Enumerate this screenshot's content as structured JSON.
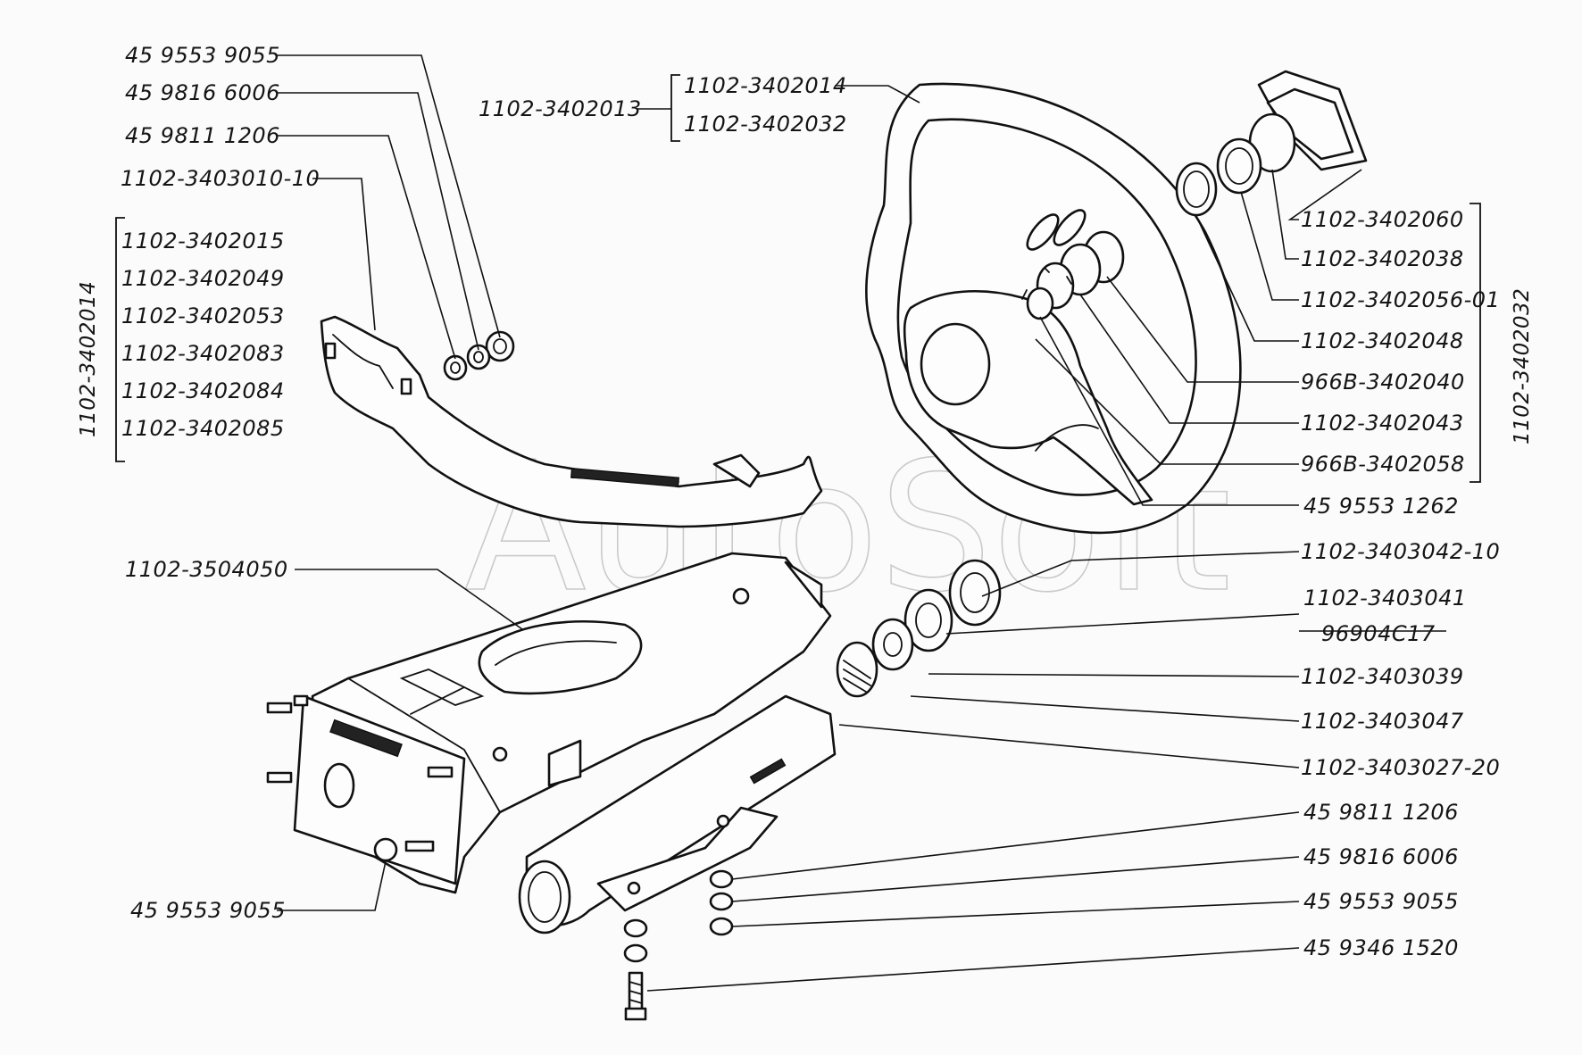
{
  "watermark": "AutoSoft",
  "left_labels": {
    "nut_top": "45 9553 9055",
    "washer_spring_top": "45 9816 6006",
    "washer_top": "45 9811 1206",
    "bracket": "1102-3403010-10",
    "bottom_nut": "45 9553 9055",
    "pedal_bracket": "1102-3504050"
  },
  "group_1102_3402014": {
    "title": "1102-3402014",
    "items": [
      "1102-3402015",
      "1102-3402049",
      "1102-3402053",
      "1102-3402083",
      "1102-3402084",
      "1102-3402085"
    ]
  },
  "wheel_group": {
    "title": "1102-3402013",
    "items": [
      "1102-3402014",
      "1102-3402032"
    ]
  },
  "right_group_1102_3402032": {
    "title": "1102-3402032",
    "items": [
      "1102-3402060",
      "1102-3402038",
      "1102-3402056-01",
      "1102-3402048",
      "966В-3402040",
      "1102-3402043",
      "966В-3402058"
    ]
  },
  "right_labels": {
    "r1": "45 9553 1262",
    "r2": "1102-3403042-10",
    "r3_top": "1102-3403041",
    "r3_bottom": "96904С17",
    "r4": "1102-3403039",
    "r5": "1102-3403047",
    "r6": "1102-3403027-20",
    "r7": "45 9811 1206",
    "r8": "45 9816 6006",
    "r9": "45 9553 9055",
    "r10": "45 9346 1520"
  }
}
